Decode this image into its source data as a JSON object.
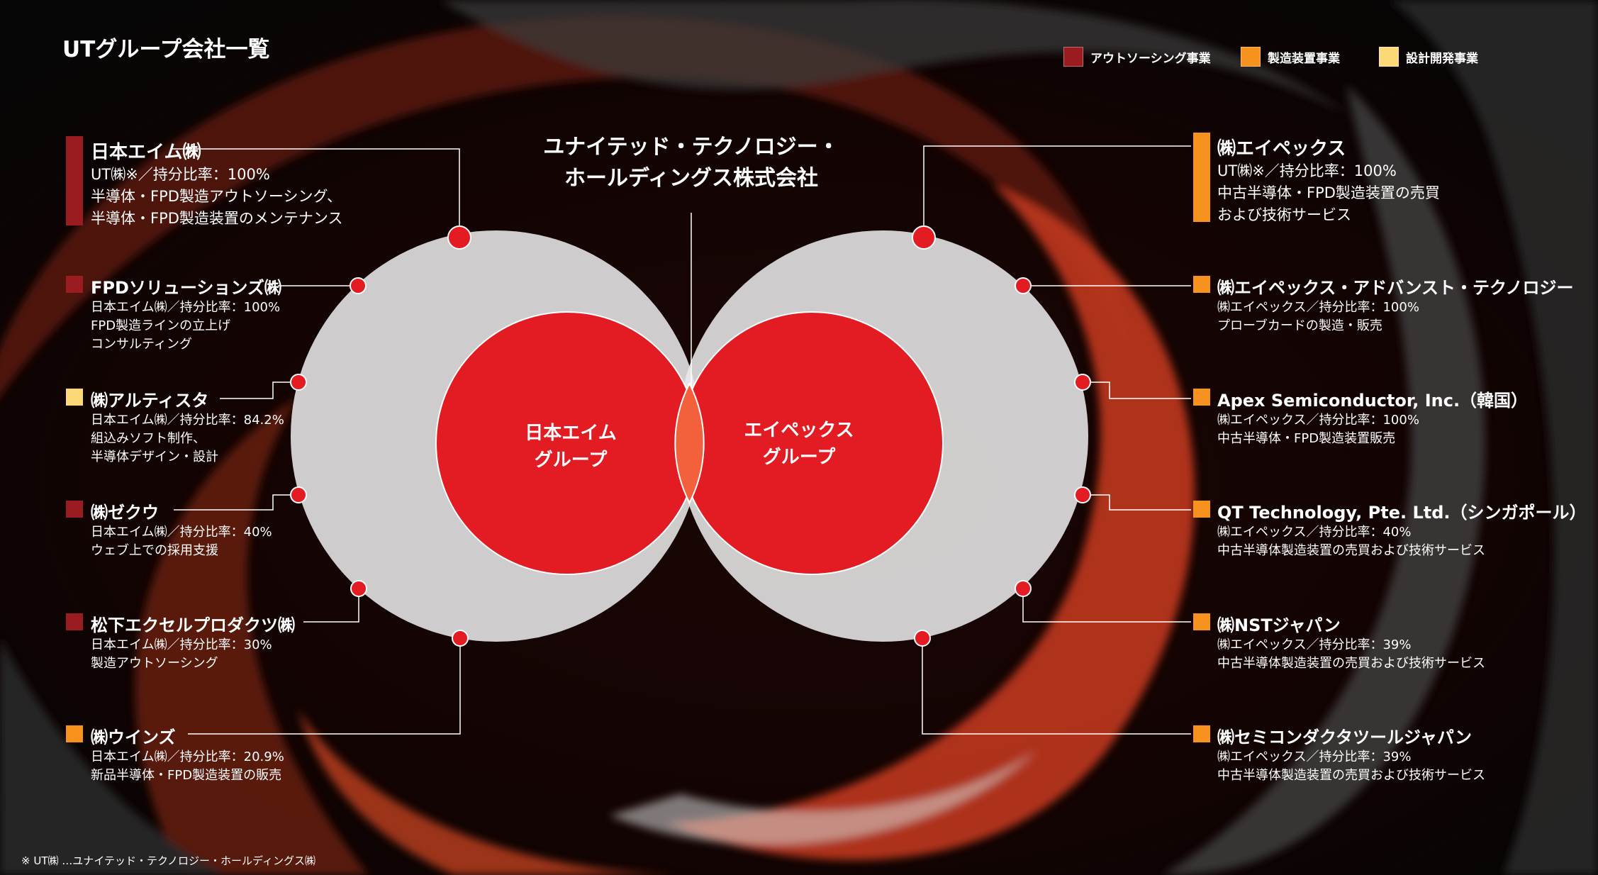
{
  "title": "UTグループ会社一覧",
  "legend": [
    {
      "label": "アウトソーシング事業",
      "color": "#9b1c20"
    },
    {
      "label": "製造装置事業",
      "color": "#f7921e"
    },
    {
      "label": "設計開発事業",
      "color": "#fbd979"
    }
  ],
  "holding": {
    "line1": "ユナイテッド・テクノロジー・",
    "line2": "ホールディングス株式会社"
  },
  "groups": {
    "left": {
      "line1": "日本エイム",
      "line2": "グループ"
    },
    "right": {
      "line1": "エイペックス",
      "line2": "グループ"
    }
  },
  "left_companies": [
    {
      "name": "日本エイム㈱",
      "line1": "UT㈱※／持分比率：100%",
      "line2": "半導体・FPD製造アウトソーシング、",
      "line3": "半導体・FPD製造装置のメンテナンス",
      "color": "#9b1c20"
    },
    {
      "name": "FPDソリューションズ㈱",
      "line1": "日本エイム㈱／持分比率：100%",
      "line2": "FPD製造ラインの立上げ",
      "line3": "コンサルティング",
      "color": "#9b1c20"
    },
    {
      "name": "㈱アルティスタ",
      "line1": "日本エイム㈱／持分比率：84.2%",
      "line2": "組込みソフト制作、",
      "line3": "半導体デザイン・設計",
      "color": "#fbd979"
    },
    {
      "name": "㈱ゼクウ",
      "line1": "日本エイム㈱／持分比率：40%",
      "line2": "ウェブ上での採用支援",
      "color": "#9b1c20"
    },
    {
      "name": "松下エクセルプロダクツ㈱",
      "line1": "日本エイム㈱／持分比率：30%",
      "line2": "製造アウトソーシング",
      "color": "#9b1c20"
    },
    {
      "name": "㈱ウインズ",
      "line1": "日本エイム㈱／持分比率：20.9%",
      "line2": "新品半導体・FPD製造装置の販売",
      "color": "#f7921e"
    }
  ],
  "right_companies": [
    {
      "name": "㈱エイペックス",
      "line1": "UT㈱※／持分比率：100%",
      "line2": "中古半導体・FPD製造装置の売買",
      "line3": "および技術サービス",
      "color": "#f7921e"
    },
    {
      "name": "㈱エイペックス・アドバンスト・テクノロジー",
      "line1": "㈱エイペックス／持分比率：100%",
      "line2": "プローブカードの製造・販売",
      "color": "#f7921e"
    },
    {
      "name": "Apex Semiconductor, Inc.（韓国）",
      "line1": "㈱エイペックス／持分比率：100%",
      "line2": "中古半導体・FPD製造装置販売",
      "color": "#f7921e"
    },
    {
      "name": "QT Technology, Pte. Ltd.（シンガポール）",
      "line1": "㈱エイペックス／持分比率：40%",
      "line2": "中古半導体製造装置の売買および技術サービス",
      "color": "#f7921e"
    },
    {
      "name": "㈱NSTジャパン",
      "line1": "㈱エイペックス／持分比率：39%",
      "line2": "中古半導体製造装置の売買および技術サービス",
      "color": "#f7921e"
    },
    {
      "name": "㈱セミコンダクタツールジャパン",
      "line1": "㈱エイペックス／持分比率：39%",
      "line2": "中古半導体製造装置の売買および技術サービス",
      "color": "#f7921e"
    }
  ],
  "footnote": "※ UT㈱ …ユナイテッド・テクノロジー・ホールディングス㈱"
}
